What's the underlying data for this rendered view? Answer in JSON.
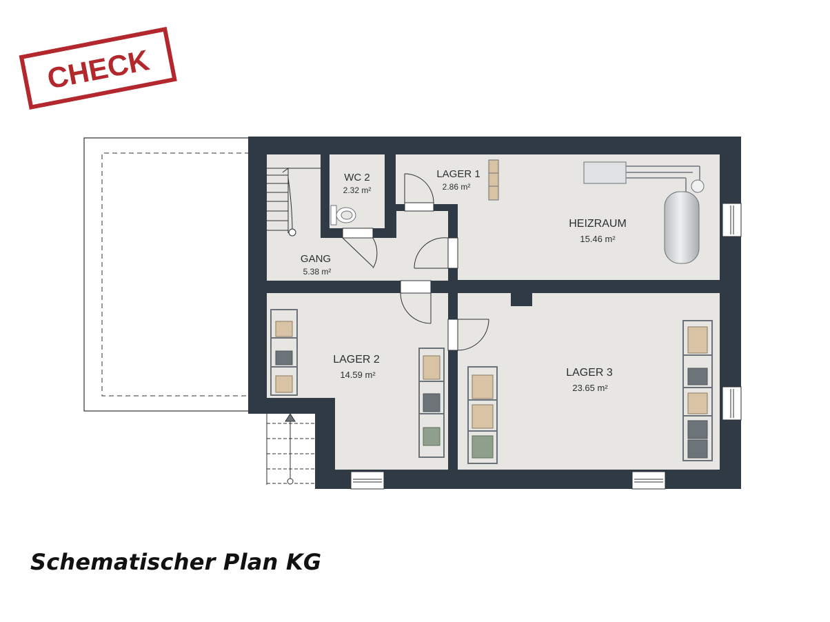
{
  "stamp": {
    "text": "CHECK",
    "color": "#b3282d"
  },
  "title": "Schematischer Plan KG",
  "colors": {
    "wall": "#2f3a45",
    "floor": "#e7e6e2",
    "line": "#2b2f33",
    "background": "#ffffff"
  },
  "rooms": {
    "wc2": {
      "name": "WC 2",
      "area": "2.32 m²"
    },
    "lager1": {
      "name": "LAGER 1",
      "area": "2.86 m²"
    },
    "heizraum": {
      "name": "HEIZRAUM",
      "area": "15.46 m²"
    },
    "gang": {
      "name": "GANG",
      "area": "5.38 m²"
    },
    "lager2": {
      "name": "LAGER 2",
      "area": "14.59 m²"
    },
    "lager3": {
      "name": "LAGER 3",
      "area": "23.65 m²"
    }
  }
}
